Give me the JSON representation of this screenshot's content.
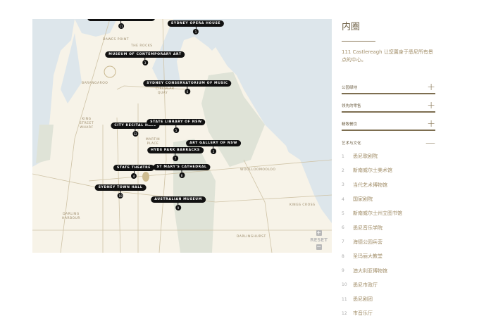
{
  "map": {
    "markers": [
      {
        "n": "11",
        "label": "SYDNEY THEATRE COMPANY"
      },
      {
        "n": "1",
        "label": "SYDNEY OPERA HOUSE"
      },
      {
        "n": "3",
        "label": "MUSEUM OF CONTEMPORARY ART"
      },
      {
        "n": "6",
        "label": "SYDNEY CONSERVATORIUM OF MUSIC"
      },
      {
        "n": "12",
        "label": "CITY RECITAL HALL"
      },
      {
        "n": "5",
        "label": "STATE LIBRARY OF NSW"
      },
      {
        "n": "2",
        "label": "ART GALLERY OF NSW"
      },
      {
        "n": "7",
        "label": "HYDE PARK BARRACKS"
      },
      {
        "n": "8",
        "label": "ST MARY'S CATHEDRAL"
      },
      {
        "n": "4",
        "label": "STATE THEATRE"
      },
      {
        "n": "10",
        "label": "SYDNEY TOWN HALL"
      },
      {
        "n": "9",
        "label": "AUSTRALIAN MUSEUM"
      }
    ],
    "areas": [
      "DAWES POINT",
      "THE ROCKS",
      "BARANGAROO",
      "CIRCULAR QUAY",
      "KING STREET WHARF",
      "MARTIN PLACE",
      "WOOLLOOMOOLOO",
      "KINGS CROSS",
      "DARLING HARBOUR",
      "DARLINGHURST"
    ],
    "zoom_in": "+",
    "zoom_out": "−",
    "reset": "RESET"
  },
  "panel": {
    "title": "内圈",
    "intro": "111 Castlereagh 让您置身于悉尼所有景点的中心。",
    "sections": [
      {
        "label": "公园绿地",
        "symbol": "+"
      },
      {
        "label": "领先的零售",
        "symbol": "+"
      },
      {
        "label": "精致餐饮",
        "symbol": "+"
      },
      {
        "label": "艺术与文化",
        "symbol": "—"
      }
    ],
    "items": [
      {
        "n": "1",
        "label": "悉尼歌剧院"
      },
      {
        "n": "2",
        "label": "新南威尔士美术馆"
      },
      {
        "n": "3",
        "label": "当代艺术博物馆"
      },
      {
        "n": "4",
        "label": "国家剧院"
      },
      {
        "n": "5",
        "label": "新南威尔士州立图书馆"
      },
      {
        "n": "6",
        "label": "悉尼音乐学院"
      },
      {
        "n": "7",
        "label": "海德公园兵营"
      },
      {
        "n": "8",
        "label": "圣玛丽大教堂"
      },
      {
        "n": "9",
        "label": "澳大利亚博物馆"
      },
      {
        "n": "10",
        "label": "悉尼市政厅"
      },
      {
        "n": "11",
        "label": "悉尼剧团"
      },
      {
        "n": "12",
        "label": "市音乐厅"
      }
    ]
  }
}
